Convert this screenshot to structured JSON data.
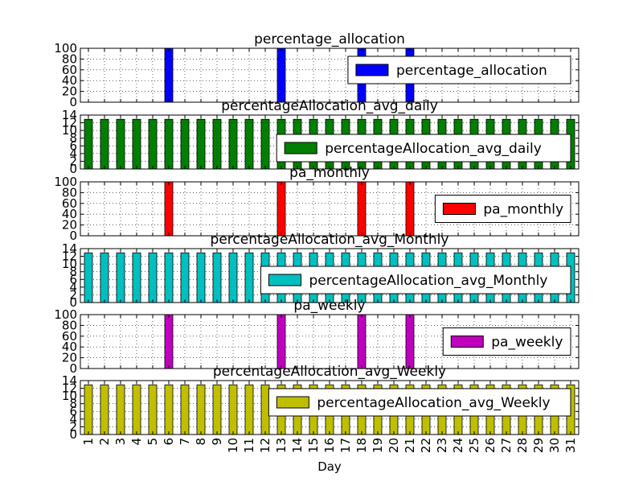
{
  "chart_data": {
    "type": "bar",
    "layout": "stacked-subplots",
    "xlabel": "Day",
    "categories": [
      "1",
      "2",
      "3",
      "4",
      "5",
      "6",
      "7",
      "8",
      "9",
      "10",
      "11",
      "12",
      "13",
      "14",
      "15",
      "16",
      "17",
      "18",
      "19",
      "20",
      "21",
      "22",
      "23",
      "24",
      "25",
      "26",
      "27",
      "28",
      "29",
      "30",
      "31"
    ],
    "grid": true,
    "legend_position": "upper-right",
    "subplots": [
      {
        "title": "percentage_allocation",
        "color": "#0000ff",
        "ylim": [
          0,
          100
        ],
        "yticks": [
          0,
          20,
          40,
          60,
          80,
          100
        ],
        "legend_label": "percentage_allocation",
        "legend_position": "upper-right",
        "values": [
          0,
          0,
          0,
          0,
          0,
          100,
          0,
          0,
          0,
          0,
          0,
          0,
          100,
          0,
          0,
          0,
          0,
          100,
          0,
          0,
          100,
          0,
          0,
          0,
          0,
          0,
          0,
          0,
          0,
          0,
          0
        ]
      },
      {
        "title": "percentageAllocation_avg_daily",
        "color": "#007f00",
        "ylim": [
          0,
          14
        ],
        "yticks": [
          0,
          2,
          4,
          6,
          8,
          10,
          12,
          14
        ],
        "legend_label": "percentageAllocation_avg_daily",
        "legend_position": "center-right",
        "values": [
          12.9,
          12.9,
          12.9,
          12.9,
          12.9,
          12.9,
          12.9,
          12.9,
          12.9,
          12.9,
          12.9,
          12.9,
          12.9,
          12.9,
          12.9,
          12.9,
          12.9,
          12.9,
          12.9,
          12.9,
          12.9,
          12.9,
          12.9,
          12.9,
          12.9,
          12.9,
          12.9,
          12.9,
          12.9,
          12.9,
          12.9
        ]
      },
      {
        "title": "pa_monthly",
        "color": "#ff0000",
        "ylim": [
          0,
          100
        ],
        "yticks": [
          0,
          20,
          40,
          60,
          80,
          100
        ],
        "legend_label": "pa_monthly",
        "legend_position": "center-right",
        "values": [
          0,
          0,
          0,
          0,
          0,
          100,
          0,
          0,
          0,
          0,
          0,
          0,
          100,
          0,
          0,
          0,
          0,
          100,
          0,
          0,
          100,
          0,
          0,
          0,
          0,
          0,
          0,
          0,
          0,
          0,
          0
        ]
      },
      {
        "title": "percentageAllocation_avg_Monthly",
        "color": "#00bfbf",
        "ylim": [
          0,
          14
        ],
        "yticks": [
          0,
          2,
          4,
          6,
          8,
          10,
          12,
          14
        ],
        "legend_label": "percentageAllocation_avg_Monthly",
        "legend_position": "center-right",
        "values": [
          12.9,
          12.9,
          12.9,
          12.9,
          12.9,
          12.9,
          12.9,
          12.9,
          12.9,
          12.9,
          12.9,
          12.9,
          12.9,
          12.9,
          12.9,
          12.9,
          12.9,
          12.9,
          12.9,
          12.9,
          12.9,
          12.9,
          12.9,
          12.9,
          12.9,
          12.9,
          12.9,
          12.9,
          12.9,
          12.9,
          12.9
        ]
      },
      {
        "title": "pa_weekly",
        "color": "#bf00bf",
        "ylim": [
          0,
          100
        ],
        "yticks": [
          0,
          20,
          40,
          60,
          80,
          100
        ],
        "legend_label": "pa_weekly",
        "legend_position": "center-right",
        "values": [
          0,
          0,
          0,
          0,
          0,
          100,
          0,
          0,
          0,
          0,
          0,
          0,
          100,
          0,
          0,
          0,
          0,
          100,
          0,
          0,
          100,
          0,
          0,
          0,
          0,
          0,
          0,
          0,
          0,
          0,
          0
        ]
      },
      {
        "title": "percentageAllocation_avg_Weekly",
        "color": "#bfbf00",
        "ylim": [
          0,
          14
        ],
        "yticks": [
          0,
          2,
          4,
          6,
          8,
          10,
          12,
          14
        ],
        "legend_label": "percentageAllocation_avg_Weekly",
        "legend_position": "center-right",
        "values": [
          12.9,
          12.9,
          12.9,
          12.9,
          12.9,
          12.9,
          12.9,
          12.9,
          12.9,
          12.9,
          12.9,
          12.9,
          12.9,
          12.9,
          12.9,
          12.9,
          12.9,
          12.9,
          12.9,
          12.9,
          12.9,
          12.9,
          12.9,
          12.9,
          12.9,
          12.9,
          12.9,
          12.9,
          12.9,
          12.9,
          12.9
        ]
      }
    ]
  }
}
